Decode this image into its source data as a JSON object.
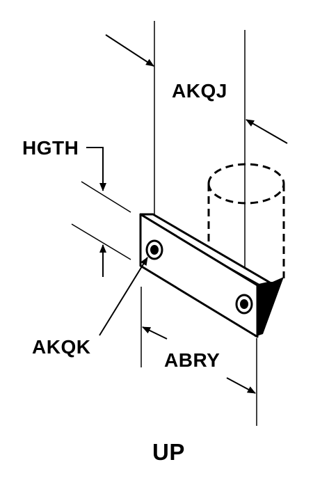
{
  "labels": {
    "akqj": "AKQJ",
    "hgth": "HGTH",
    "akqk": "AKQK",
    "abry": "ABRY",
    "up": "UP"
  },
  "colors": {
    "ink": "#000000",
    "paper": "#ffffff"
  }
}
